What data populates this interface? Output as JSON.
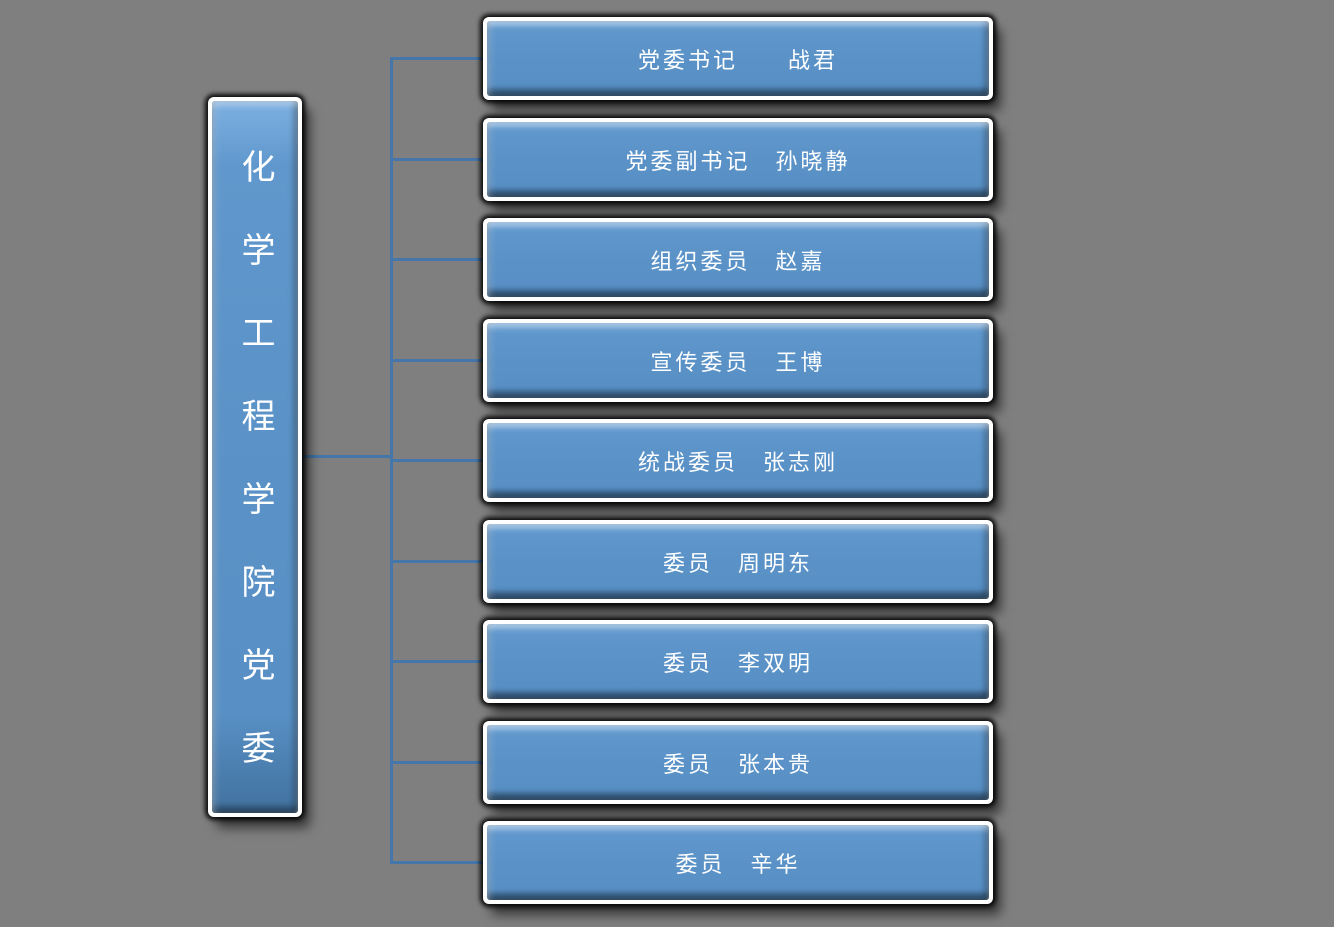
{
  "org": {
    "root": {
      "label": "化学工程学院党委"
    },
    "members": [
      {
        "label": "党委书记　　战君"
      },
      {
        "label": "党委副书记　孙晓静"
      },
      {
        "label": "组织委员　赵嘉"
      },
      {
        "label": "宣传委员　王博"
      },
      {
        "label": "统战委员　张志刚"
      },
      {
        "label": "委员　周明东"
      },
      {
        "label": "委员　李双明"
      },
      {
        "label": "委员　张本贵"
      },
      {
        "label": "委员　辛华"
      }
    ]
  },
  "colors": {
    "background": "#7F7F7F",
    "box_fill": "#5B93C8",
    "box_fill_highlight": "#7DB0E2",
    "box_fill_shade": "#41719F",
    "box_border": "#FFFFFF",
    "connector_line": "#4576A9",
    "text": "#FFFFFF",
    "shadow": "#000000"
  }
}
